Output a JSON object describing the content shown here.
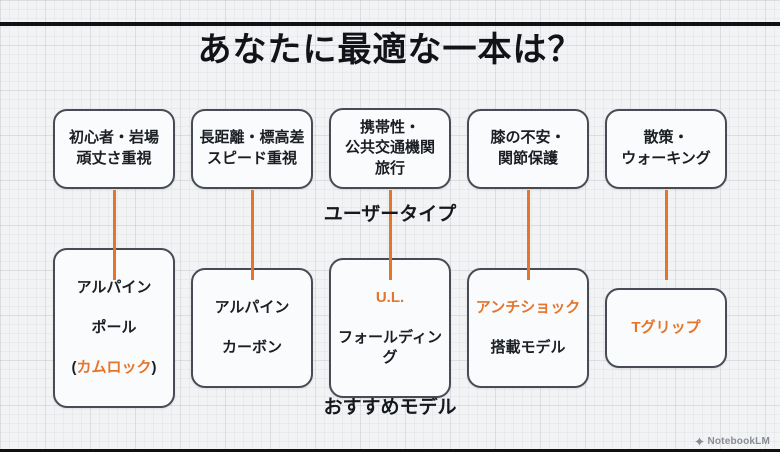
{
  "title": "あなたに最適な一本は？",
  "row_labels": {
    "user_type": "ユーザータイプ",
    "recommended": "おすすめモデル"
  },
  "columns": [
    {
      "user_type": "初心者・岩場\n頑丈さ重視",
      "model": {
        "line1": "アルパイン",
        "line2": "ポール",
        "l3_open": "(",
        "l3_accent": "カムロック",
        "l3_close": ")"
      }
    },
    {
      "user_type": "長距離・標高差\nスピード重視",
      "model": {
        "line1": "アルパイン",
        "line2": "カーボン"
      }
    },
    {
      "user_type": "携帯性・\n公共交通機関\n旅行",
      "model": {
        "accent": "U.L.",
        "line2": "フォールディング"
      }
    },
    {
      "user_type": "膝の不安・\n関節保護",
      "model": {
        "accent": "アンチショック",
        "line2": "搭載モデル"
      }
    },
    {
      "user_type": "散策・\nウォーキング",
      "model": {
        "accent": "Tグリップ"
      }
    }
  ],
  "footer": {
    "brand": "NotebookLM"
  },
  "colors": {
    "accent-orange": "#e4752a",
    "box-border": "#464b54",
    "background": "#f2f3f5"
  }
}
